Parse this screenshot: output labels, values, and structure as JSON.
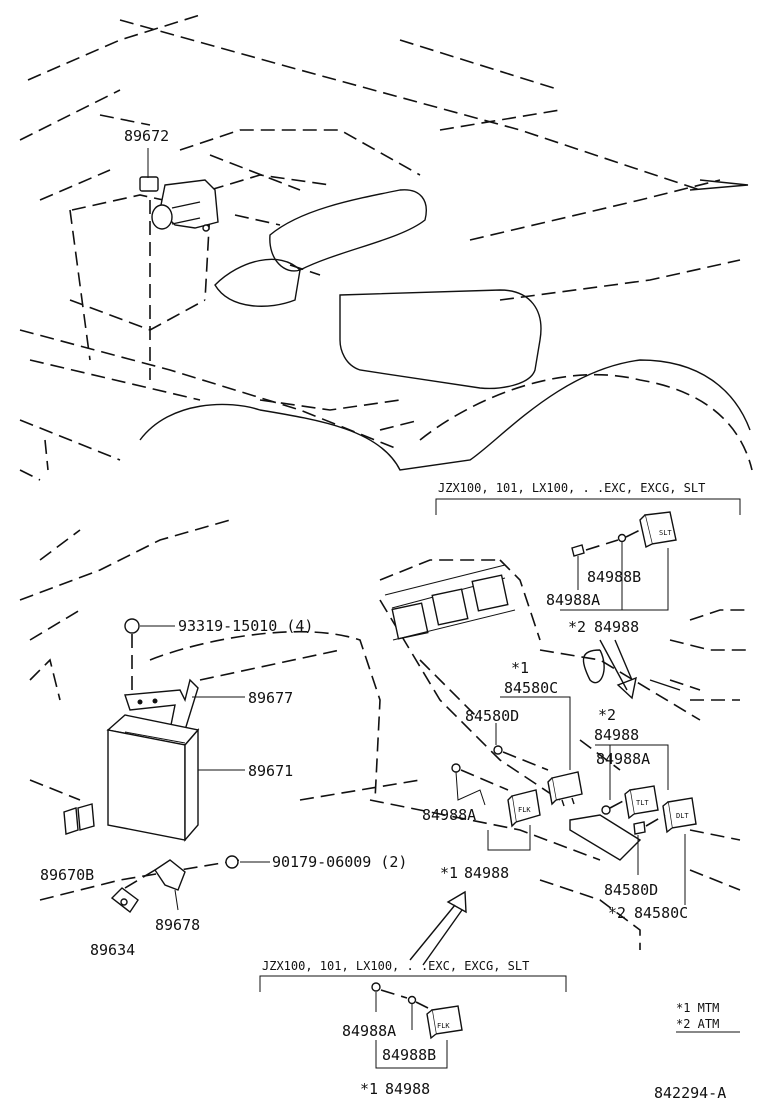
{
  "labels": {
    "p89672": "89672",
    "p93319": "93319-15010 (4)",
    "p89677": "89677",
    "p89671": "89671",
    "p89670b": "89670B",
    "p90179": "90179-06009 (2)",
    "p89678": "89678",
    "p89634": "89634",
    "p84580c_top": "84580C",
    "p84580d_top": "84580D",
    "p84988a_mid": "84988A",
    "p84988_mid": "84988",
    "p84988b_r": "84988B",
    "p84988a_r": "84988A",
    "p84988_r": "84988",
    "p84988_r2": "84988",
    "p84988a_r2": "84988A",
    "p84580d_r": "84580D",
    "p84580c_r": "84580C",
    "p84988a_b": "84988A",
    "p84988b_b": "84988B",
    "p84988_b": "84988"
  },
  "marks": {
    "star1": "*1",
    "star2": "*2"
  },
  "variants": {
    "top_right": "JZX100, 101, LX100, . .EXC, EXCG, SLT",
    "bottom": "JZX100, 101, LX100, . .EXC, EXCG, SLT"
  },
  "legend": {
    "line1": "*1 MTM",
    "line2": "*2 ATM"
  },
  "diagram_id": "842294-A"
}
